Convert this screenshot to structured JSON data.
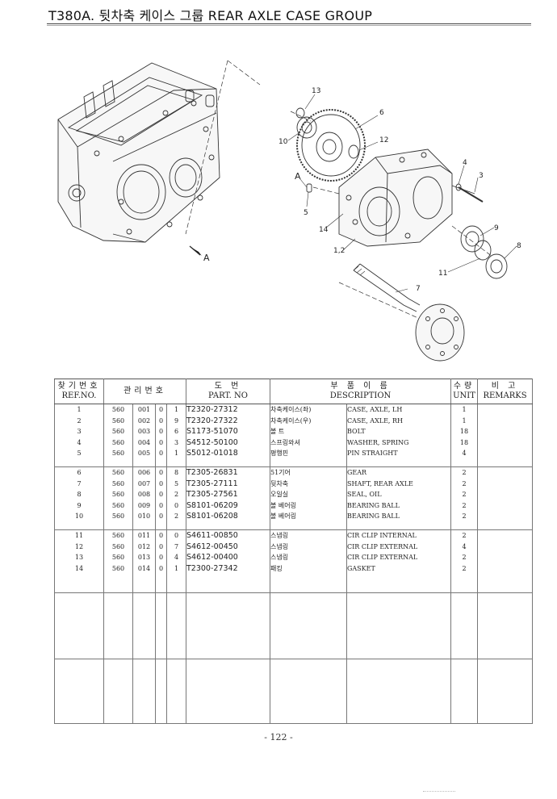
{
  "header": {
    "title": "T380A. 뒷차축 케이스 그룹 REAR AXLE CASE GROUP"
  },
  "diagram": {
    "callouts": [
      "13",
      "6",
      "12",
      "10",
      "A",
      "4",
      "3",
      "5",
      "14",
      "9",
      "8",
      "1,2",
      "11",
      "7",
      "A"
    ]
  },
  "table": {
    "headers": {
      "ref_ko": "찾기번호",
      "ref_en": "REF.NO.",
      "mgmt_ko": "관리번호",
      "part_ko": "도    번",
      "part_en": "PART. NO",
      "desc_ko": "부 품 이 름",
      "desc_en": "DESCRIPTION",
      "unit_ko": "수량",
      "unit_en": "UNIT",
      "remarks_ko": "비    고",
      "remarks_en": "REMARKS"
    },
    "groups": [
      [
        {
          "ref": "1",
          "m1": "560",
          "m2": "001",
          "m3": "0",
          "m4": "1",
          "part": "T2320-27312",
          "kr": "차축케이스(좌)",
          "desc": "CASE, AXLE, LH",
          "unit": "1"
        },
        {
          "ref": "2",
          "m1": "560",
          "m2": "002",
          "m3": "0",
          "m4": "9",
          "part": "T2320-27322",
          "kr": "차축케이스(우)",
          "desc": "CASE, AXLE, RH",
          "unit": "1"
        },
        {
          "ref": "3",
          "m1": "560",
          "m2": "003",
          "m3": "0",
          "m4": "6",
          "part": "S1173-51070",
          "kr": "볼    트",
          "desc": "BOLT",
          "unit": "18"
        },
        {
          "ref": "4",
          "m1": "560",
          "m2": "004",
          "m3": "0",
          "m4": "3",
          "part": "S4512-50100",
          "kr": "스프링와셔",
          "desc": "WASHER, SPRING",
          "unit": "18"
        },
        {
          "ref": "5",
          "m1": "560",
          "m2": "005",
          "m3": "0",
          "m4": "1",
          "part": "S5012-01018",
          "kr": "평행핀",
          "desc": "PIN STRAIGHT",
          "unit": "4"
        }
      ],
      [
        {
          "ref": "6",
          "m1": "560",
          "m2": "006",
          "m3": "0",
          "m4": "8",
          "part": "T2305-26831",
          "kr": "51기어",
          "desc": "GEAR",
          "unit": "2"
        },
        {
          "ref": "7",
          "m1": "560",
          "m2": "007",
          "m3": "0",
          "m4": "5",
          "part": "T2305-27111",
          "kr": "뒷차축",
          "desc": "SHAFT, REAR AXLE",
          "unit": "2"
        },
        {
          "ref": "8",
          "m1": "560",
          "m2": "008",
          "m3": "0",
          "m4": "2",
          "part": "T2305-27561",
          "kr": "오일실",
          "desc": "SEAL, OIL",
          "unit": "2"
        },
        {
          "ref": "9",
          "m1": "560",
          "m2": "009",
          "m3": "0",
          "m4": "0",
          "part": "S8101-06209",
          "kr": "볼 베어링",
          "desc": "BEARING BALL",
          "unit": "2"
        },
        {
          "ref": "10",
          "m1": "560",
          "m2": "010",
          "m3": "0",
          "m4": "2",
          "part": "S8101-06208",
          "kr": "볼 베어링",
          "desc": "BEARING BALL",
          "unit": "2"
        }
      ],
      [
        {
          "ref": "11",
          "m1": "560",
          "m2": "011",
          "m3": "0",
          "m4": "0",
          "part": "S4611-00850",
          "kr": "스냅링",
          "desc": "CIR CLIP INTERNAL",
          "unit": "2"
        },
        {
          "ref": "12",
          "m1": "560",
          "m2": "012",
          "m3": "0",
          "m4": "7",
          "part": "S4612-00450",
          "kr": "스냅링",
          "desc": "CIR CLIP EXTERNAL",
          "unit": "4"
        },
        {
          "ref": "13",
          "m1": "560",
          "m2": "013",
          "m3": "0",
          "m4": "4",
          "part": "S4612-00400",
          "kr": "스냅링",
          "desc": "CIR CLIP EXTERNAL",
          "unit": "2"
        },
        {
          "ref": "14",
          "m1": "560",
          "m2": "014",
          "m3": "0",
          "m4": "1",
          "part": "T2300-27342",
          "kr": "패킹",
          "desc": "GASKET",
          "unit": "2"
        }
      ],
      [],
      []
    ]
  },
  "footer": {
    "page_number": "- 122 -"
  }
}
